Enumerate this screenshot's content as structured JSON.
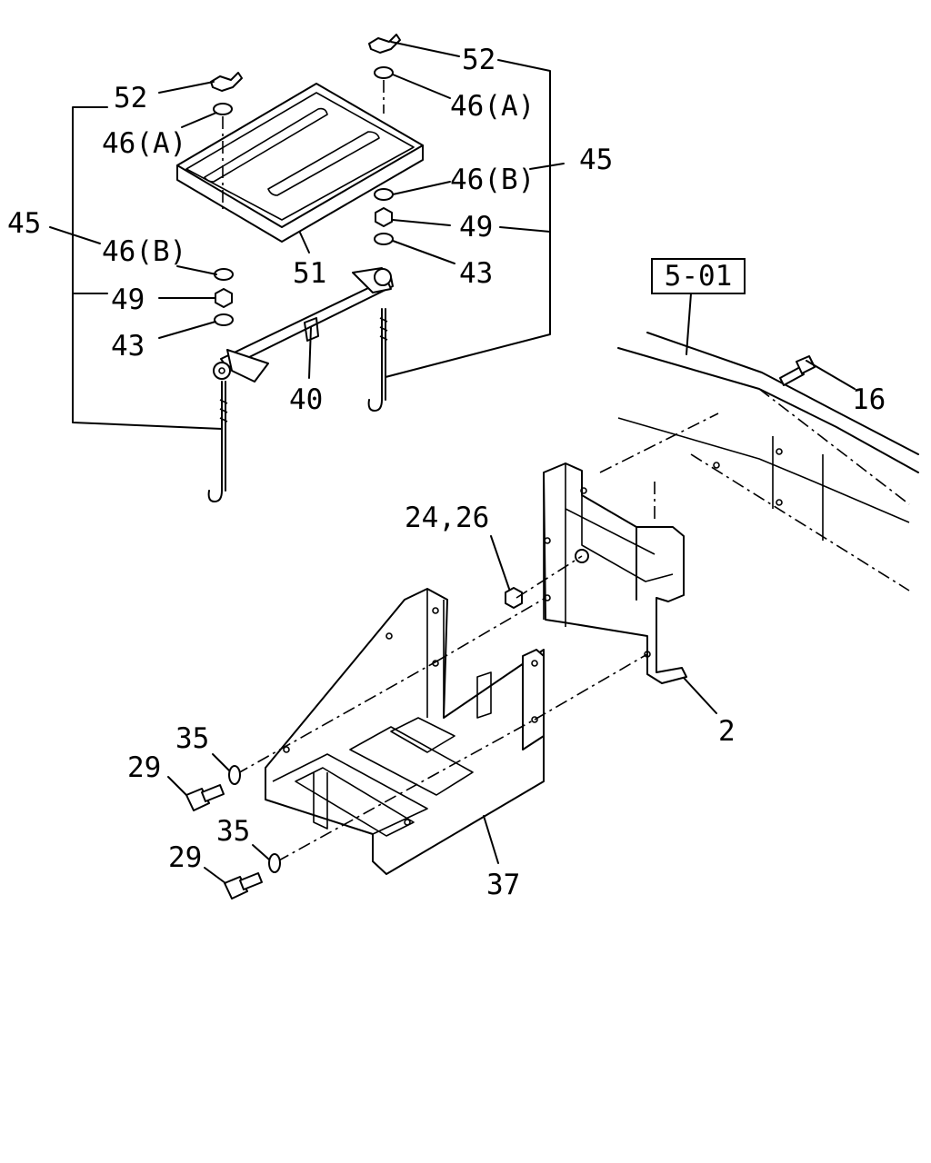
{
  "reference_box": "5-01",
  "callouts": {
    "c52_left": "52",
    "c52_right": "52",
    "c46a_left": "46(A)",
    "c46a_right": "46(A)",
    "c45_left": "45",
    "c45_right": "45",
    "c46b_left": "46(B)",
    "c46b_right": "46(B)",
    "c49_left": "49",
    "c49_right": "49",
    "c43_left": "43",
    "c43_right": "43",
    "c51": "51",
    "c40": "40",
    "c16": "16",
    "c24_26": "24,26",
    "c2": "2",
    "c35_upper": "35",
    "c35_lower": "35",
    "c29_upper": "29",
    "c29_lower": "29",
    "c37": "37"
  }
}
